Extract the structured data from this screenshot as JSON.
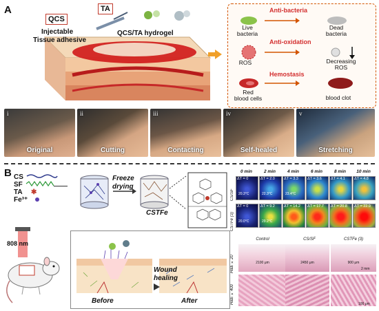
{
  "panel_a": {
    "letter": "A",
    "labels": {
      "qcs": "QCS",
      "ta": "TA",
      "injectable": "Injectable",
      "tissue_adhesive": "Tissue adhesive",
      "hydrogel": "QCS/TA hydrogel"
    },
    "effects": [
      {
        "title": "Anti-bacteria",
        "left": "Live\nbacteria",
        "right": "Dead\nbacteria"
      },
      {
        "title": "Anti-oxidation",
        "left": "ROS",
        "right": "Decreasing\nROS"
      },
      {
        "title": "Hemostasis",
        "left": "Red\nblood cells",
        "right": "blood clot"
      }
    ],
    "photos": [
      {
        "num": "i",
        "caption": "Original"
      },
      {
        "num": "ii",
        "caption": "Cutting"
      },
      {
        "num": "iii",
        "caption": "Contacting"
      },
      {
        "num": "iv",
        "caption": "Self-healed"
      },
      {
        "num": "v",
        "caption": "Stretching"
      }
    ]
  },
  "panel_b": {
    "letter": "B",
    "legend": [
      {
        "label": "CS",
        "color": "#2e3a8c"
      },
      {
        "label": "SF",
        "color": "#2e9a3a"
      },
      {
        "label": "TA",
        "color": "#c0392b"
      },
      {
        "label": "Fe³⁺",
        "color": "#5b3fb0"
      }
    ],
    "freeze": "Freeze",
    "drying": "drying",
    "product": "CSTFe",
    "laser": "808 nm",
    "wound_healing_1": "Wound",
    "wound_healing_2": "healing",
    "before": "Before",
    "after": "After",
    "thermal": {
      "times": [
        "0 min",
        "2 min",
        "4 min",
        "6 min",
        "8 min",
        "10 min"
      ],
      "rows": [
        {
          "label": "CS/SF",
          "dt": [
            "ΔT = 0",
            "ΔT = 2.0",
            "ΔT = 3.3",
            "ΔT = 3.6",
            "ΔT = 4.1",
            "ΔT = 4.8"
          ],
          "temps": [
            "20.3°C",
            "22.3°C",
            "23.4°C",
            "",
            "",
            ""
          ]
        },
        {
          "label": "CSTFe (3)",
          "dt": [
            "ΔT = 0",
            "ΔT = 9.2",
            "ΔT = 14.2",
            "ΔT = 17.7",
            "ΔT = 20.8",
            "ΔT = 22.9"
          ],
          "temps": [
            "20.0°C",
            "29.2°C",
            "",
            "",
            "",
            ""
          ]
        }
      ]
    },
    "histology": {
      "columns": [
        "Control",
        "CS/SF",
        "CSTFe (3)"
      ],
      "rows": [
        "H&E ×20",
        "H&E ×400"
      ],
      "gaps": [
        "2100 μm",
        "2450 μm",
        "900 μm"
      ],
      "scale_top": "2 mm",
      "scale_bottom": "100 μm"
    }
  }
}
